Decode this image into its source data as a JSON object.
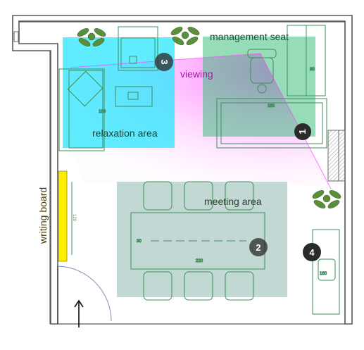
{
  "zones": {
    "management_seat": {
      "label": "management seat",
      "color": "#3fbf7f"
    },
    "viewing": {
      "label": "viewing",
      "color": "#ff66ff"
    },
    "relaxation_area": {
      "label": "relaxation area",
      "color": "#29e6ff"
    },
    "meeting_area": {
      "label": "meeting area",
      "color": "#8fb8b0"
    },
    "writing_board": {
      "label": "writing board",
      "color": "#ffee00"
    }
  },
  "markers": [
    {
      "label": "1"
    },
    {
      "label": "2"
    },
    {
      "label": "3"
    },
    {
      "label": "4"
    }
  ],
  "dimensions": {
    "board_length": "120",
    "table_length": "220",
    "table_width": "90",
    "sofa_length": "180",
    "desk_length": "160",
    "cabinet_length": "160",
    "side_cabinet_length": "80"
  },
  "colors": {
    "wall": "#5a5a5a",
    "furniture_line": "#3f8f5a",
    "marker_fill": "#2a2a2a",
    "plant": "#5b8f3a"
  },
  "icons": {
    "entrance": "arrow-up-icon",
    "door": "door-swing-icon"
  }
}
